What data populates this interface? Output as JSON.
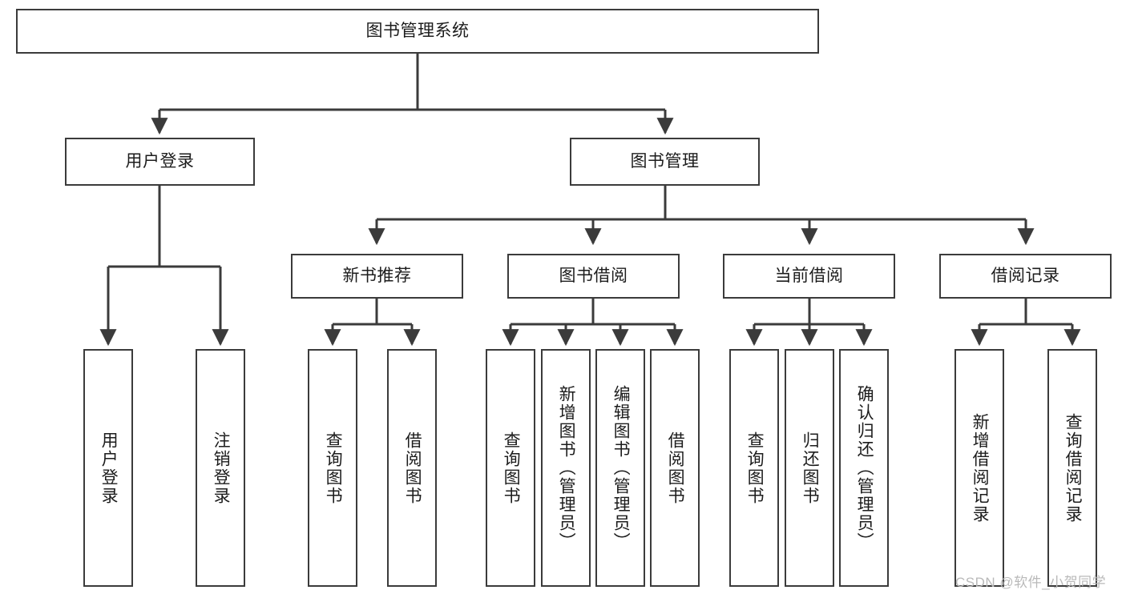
{
  "diagram": {
    "title": "图书管理系统",
    "type": "tree-hierarchy-chart",
    "line_color": "#3b3b3b",
    "box_fill": "#ffffff",
    "text_color": "#1c1c1c",
    "watermark": "CSDN @软件_小贺同学"
  },
  "nodes": {
    "root": {
      "label": "图书管理系统"
    },
    "level2": [
      {
        "label": "用户登录"
      },
      {
        "label": "图书管理"
      }
    ],
    "level3": [
      {
        "label": "新书推荐"
      },
      {
        "label": "图书借阅"
      },
      {
        "label": "当前借阅"
      },
      {
        "label": "借阅记录"
      }
    ],
    "leaves": {
      "user_login": [
        {
          "label": "用户登录"
        },
        {
          "label": "注销登录"
        }
      ],
      "new_book_recommend": [
        {
          "label": "查询图书"
        },
        {
          "label": "借阅图书"
        }
      ],
      "book_borrow": [
        {
          "label": "查询图书"
        },
        {
          "label": "新增图书（管理员）"
        },
        {
          "label": "编辑图书（管理员）"
        },
        {
          "label": "借阅图书"
        }
      ],
      "current_borrow": [
        {
          "label": "查询图书"
        },
        {
          "label": "归还图书"
        },
        {
          "label": "确认归还（管理员）"
        }
      ],
      "borrow_record": [
        {
          "label": "新增借阅记录"
        },
        {
          "label": "查询借阅记录"
        }
      ]
    }
  }
}
